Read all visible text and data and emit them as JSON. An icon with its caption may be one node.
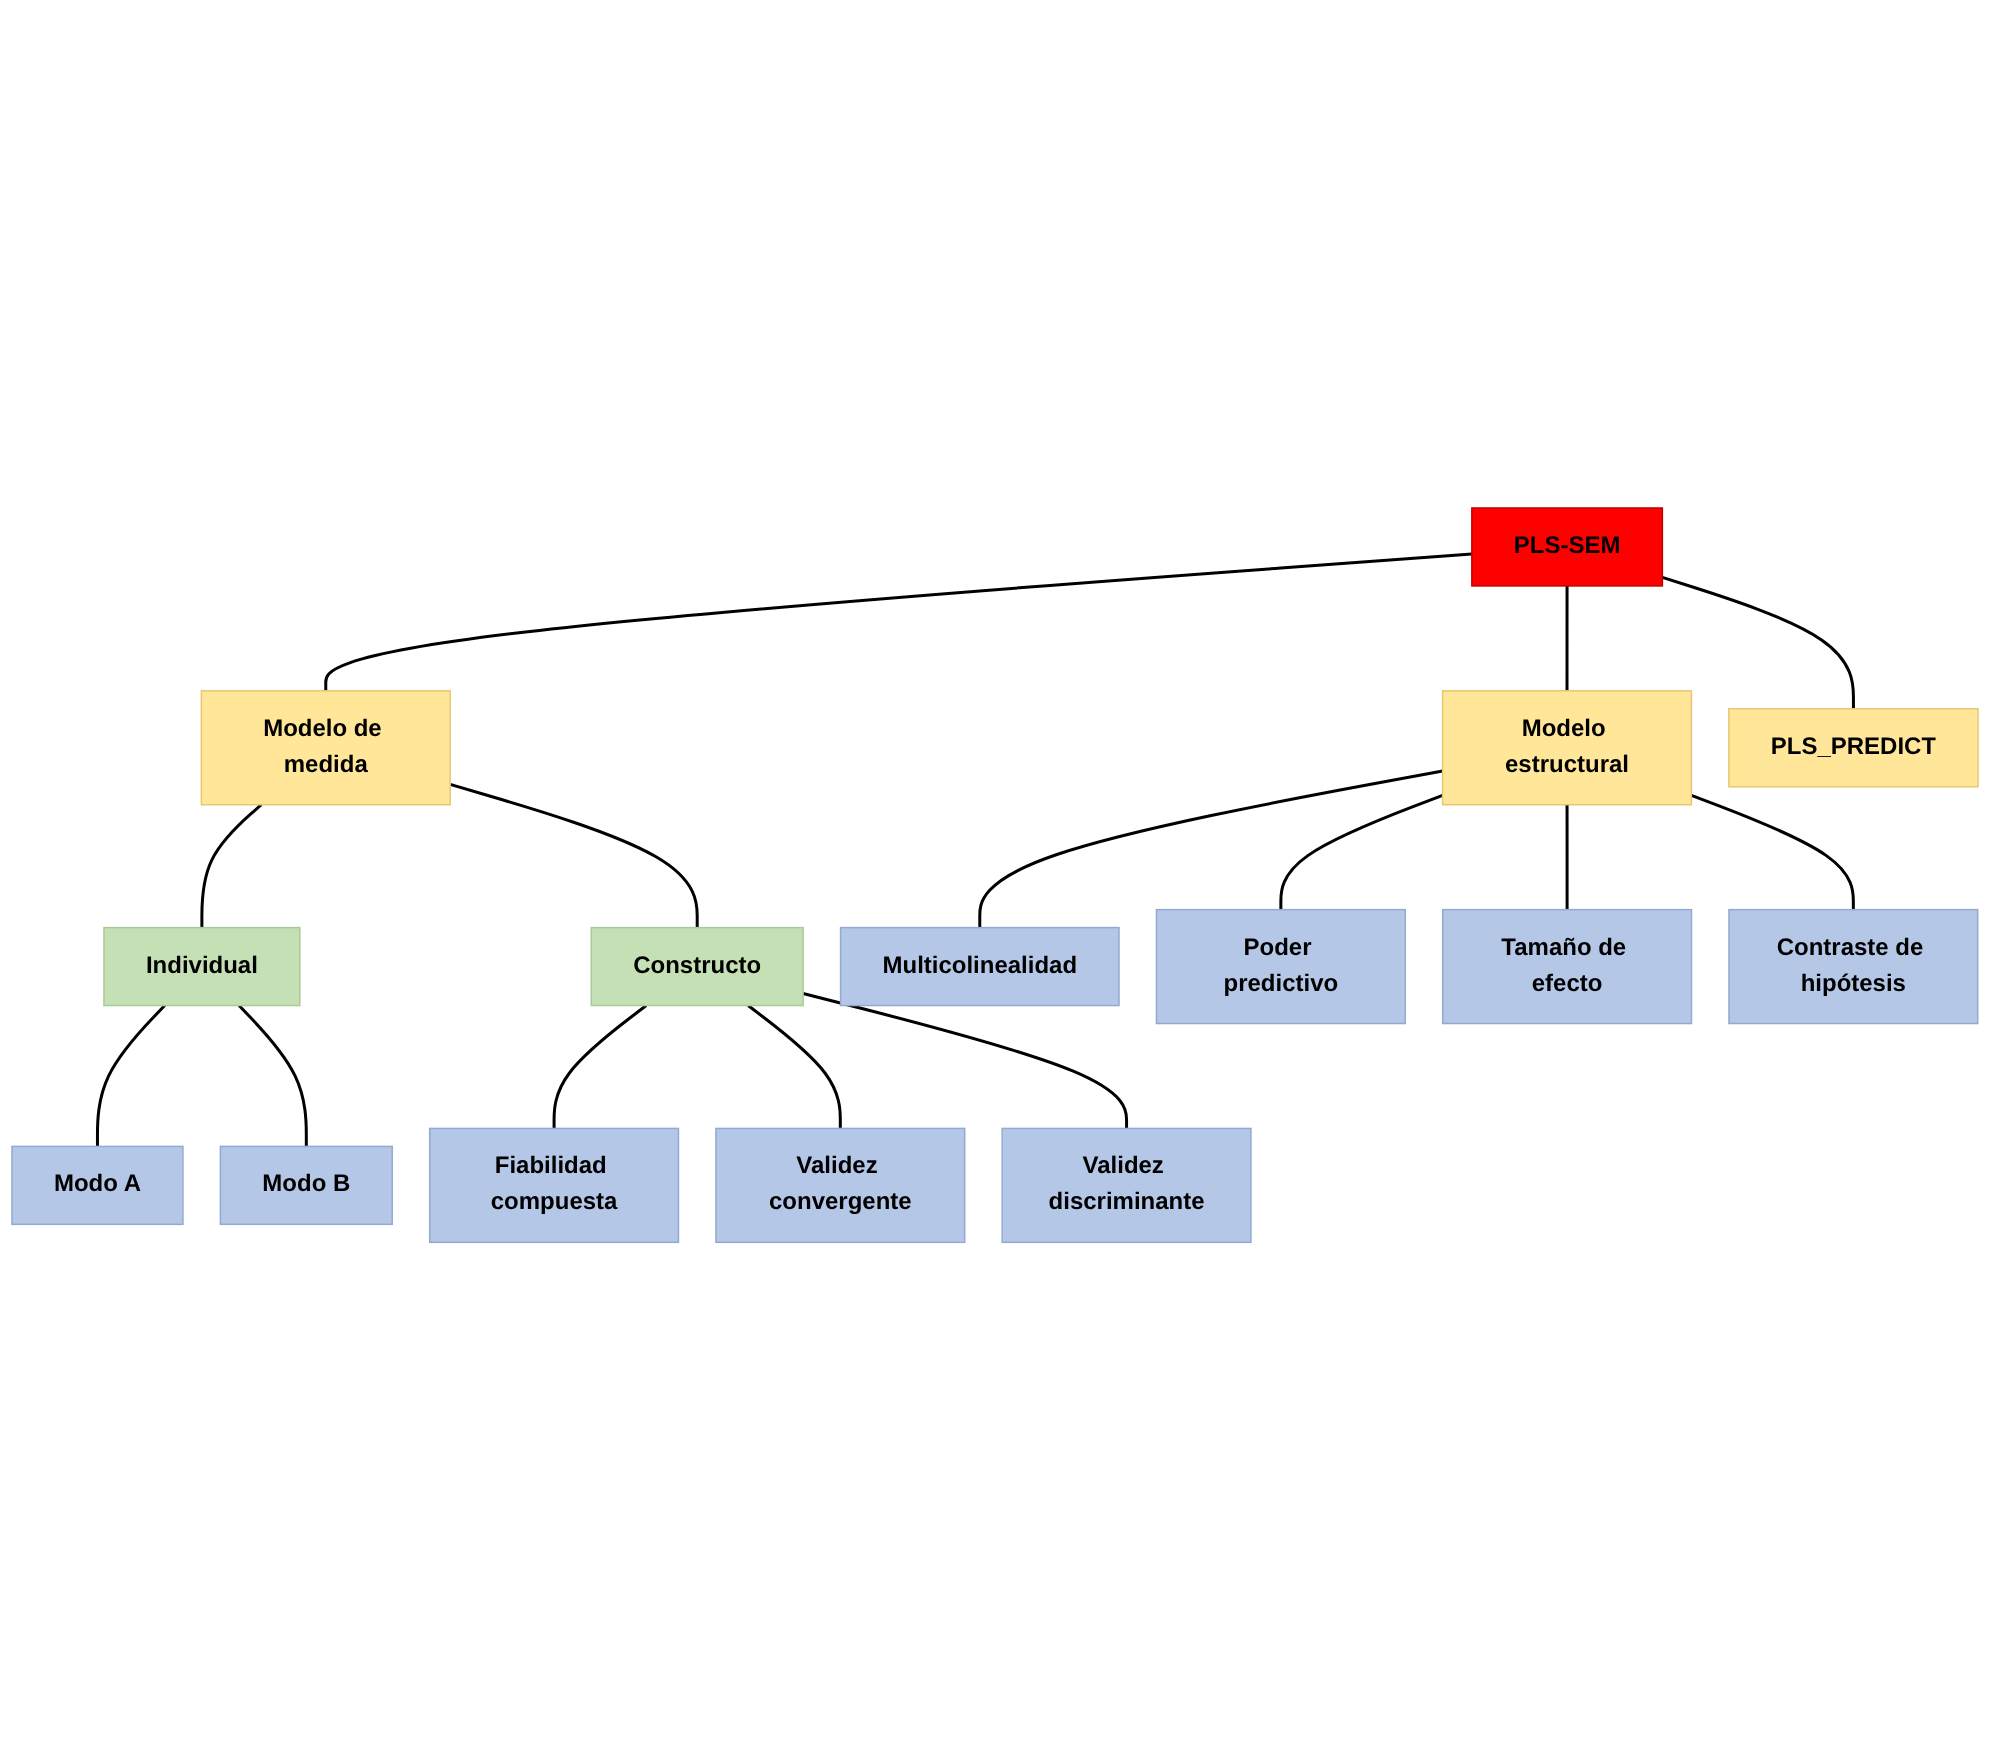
{
  "diagram": {
    "nodes": [
      {
        "text": [
          "PLS-SEM"
        ]
      },
      {
        "text": [
          "Modelo de medida"
        ]
      },
      {
        "text": [
          "Modelo estructural"
        ]
      },
      {
        "text": [
          "PLS_PREDICT"
        ]
      },
      {
        "text": [
          "Individual"
        ]
      },
      {
        "text": [
          "Constructo"
        ]
      },
      {
        "text": [
          "Modo A"
        ]
      },
      {
        "text": [
          "Modo B"
        ]
      },
      {
        "text": [
          "Fiabilidad compuesta"
        ]
      },
      {
        "text": [
          "Validez convergente"
        ]
      },
      {
        "text": [
          "Validez discriminante"
        ]
      },
      {
        "text": [
          "Multicolinealidad"
        ]
      },
      {
        "text": [
          "Poder predictivo"
        ]
      },
      {
        "text": [
          "Tamaño de efecto"
        ]
      },
      {
        "text": [
          "Contraste de hipótesis"
        ]
      }
    ],
    "edges": [
      {
        "from": 0,
        "to": 1,
        "arrow": "none"
      },
      {
        "from": 0,
        "to": 2,
        "arrow": "none"
      },
      {
        "from": 0,
        "to": 3,
        "arrow": "none"
      },
      {
        "from": 1,
        "to": 4,
        "arrow": "none"
      },
      {
        "from": 1,
        "to": 5,
        "arrow": "none"
      },
      {
        "from": 4,
        "to": 6,
        "arrow": "none"
      },
      {
        "from": 4,
        "to": 7,
        "arrow": "none"
      },
      {
        "from": 5,
        "to": 8,
        "arrow": "none"
      },
      {
        "from": 5,
        "to": 9,
        "arrow": "none"
      },
      {
        "from": 5,
        "to": 10,
        "arrow": "none"
      },
      {
        "from": 2,
        "to": 11,
        "arrow": "none"
      },
      {
        "from": 2,
        "to": 12,
        "arrow": "none"
      },
      {
        "from": 2,
        "to": 13,
        "arrow": "none"
      },
      {
        "from": 2,
        "to": 14,
        "arrow": "none"
      }
    ]
  }
}
